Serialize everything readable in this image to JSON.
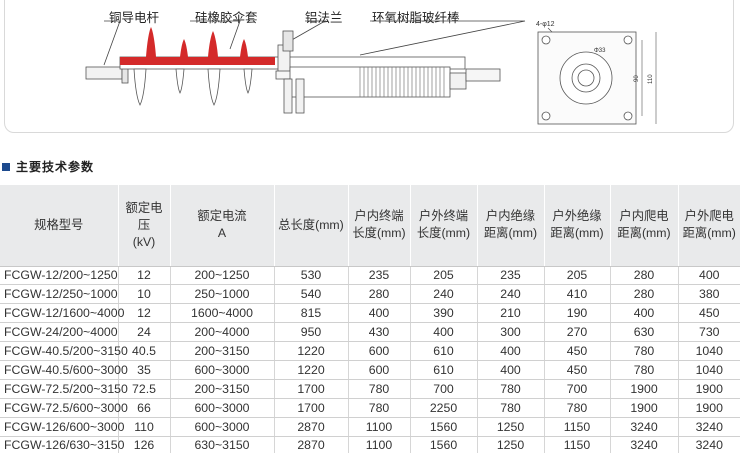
{
  "diagram": {
    "callouts": {
      "conductor": "铜导电杆",
      "shed": "硅橡胶伞套",
      "flange": "铝法兰",
      "core": "环氧树脂玻纤棒"
    },
    "flange_view": {
      "hole_spec": "4-φ12",
      "inner_dia": "Φ33",
      "dim_inner": "90",
      "dim_outer": "110"
    }
  },
  "section_title": "主要技术参数",
  "table": {
    "headers": [
      [
        "规格型号"
      ],
      [
        "额定电压",
        "(kV)"
      ],
      [
        "额定电流",
        "A"
      ],
      [
        "总长度(mm)"
      ],
      [
        "户内终端",
        "长度(mm)"
      ],
      [
        "户外终端",
        "长度(mm)"
      ],
      [
        "户内绝缘",
        "距离(mm)"
      ],
      [
        "户外绝缘",
        "距离(mm)"
      ],
      [
        "户内爬电",
        "距离(mm)"
      ],
      [
        "户外爬电",
        "距离(mm)"
      ]
    ],
    "rows": [
      [
        "FCGW-12/200~1250",
        "12",
        "200~1250",
        "530",
        "235",
        "205",
        "235",
        "205",
        "280",
        "400"
      ],
      [
        "FCGW-12/250~1000",
        "10",
        "250~1000",
        "540",
        "280",
        "240",
        "240",
        "410",
        "280",
        "380"
      ],
      [
        "FCGW-12/1600~4000",
        "12",
        "1600~4000",
        "815",
        "400",
        "390",
        "210",
        "190",
        "400",
        "450"
      ],
      [
        "FCGW-24/200~4000",
        "24",
        "200~4000",
        "950",
        "430",
        "400",
        "300",
        "270",
        "630",
        "730"
      ],
      [
        "FCGW-40.5/200~3150",
        "40.5",
        "200~3150",
        "1220",
        "600",
        "610",
        "400",
        "450",
        "780",
        "1040"
      ],
      [
        "FCGW-40.5/600~3000",
        "35",
        "600~3000",
        "1220",
        "600",
        "610",
        "400",
        "450",
        "780",
        "1040"
      ],
      [
        "FCGW-72.5/200~3150",
        "72.5",
        "200~3150",
        "1700",
        "780",
        "700",
        "780",
        "700",
        "1900",
        "1900"
      ],
      [
        "FCGW-72.5/600~3000",
        "66",
        "600~3000",
        "1700",
        "780",
        "2250",
        "780",
        "780",
        "1900",
        "1900"
      ],
      [
        "FCGW-126/600~3000",
        "110",
        "600~3000",
        "2870",
        "1100",
        "1560",
        "1250",
        "1150",
        "3240",
        "3240"
      ],
      [
        "FCGW-126/630~3150",
        "126",
        "630~3150",
        "2870",
        "1100",
        "1560",
        "1250",
        "1150",
        "3240",
        "3240"
      ]
    ]
  },
  "colors": {
    "shed_red": "#d42a2a",
    "title_square": "#1d4a8e",
    "header_bg": "#e9eaeb"
  }
}
